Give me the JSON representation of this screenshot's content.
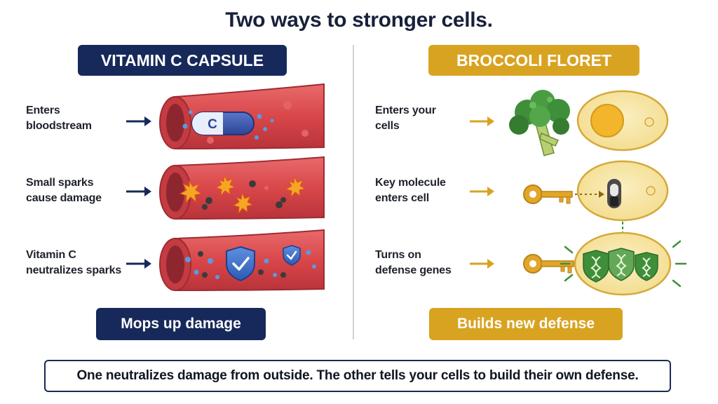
{
  "title": "Two ways to stronger cells.",
  "left": {
    "header": "VITAMIN C CAPSULE",
    "steps": [
      {
        "label": "Enters\nbloodstream"
      },
      {
        "label": "Small sparks\ncause damage"
      },
      {
        "label": "Vitamin C\nneutralizes sparks"
      }
    ],
    "capsule_letter": "C",
    "result": "Mops up damage"
  },
  "right": {
    "header": "BROCCOLI FLORET",
    "steps": [
      {
        "label": "Enters your\ncells"
      },
      {
        "label": "Key molecule\nenters cell"
      },
      {
        "label": "Turns on\ndefense genes"
      }
    ],
    "result": "Builds new defense"
  },
  "summary": "One neutralizes damage from outside. The other tells your cells to build their own defense.",
  "colors": {
    "navy": "#17295a",
    "gold": "#d9a322",
    "vessel_red": "#d9474a",
    "cell_yellow": "#f7e6a6",
    "green": "#3f8f3a"
  }
}
